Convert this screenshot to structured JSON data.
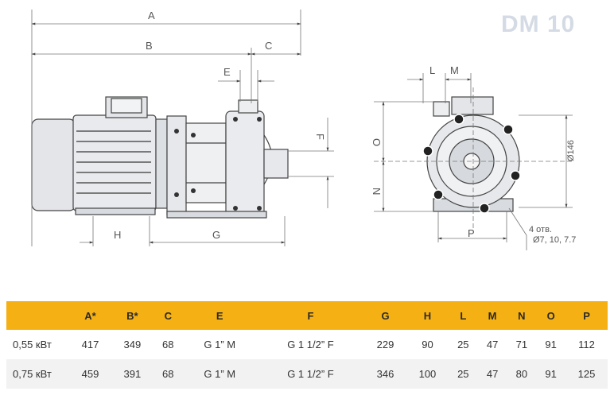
{
  "title": "DM 10",
  "dims": {
    "A": "A",
    "B": "B",
    "C": "C",
    "E": "E",
    "F": "F",
    "G": "G",
    "H": "H",
    "L": "L",
    "M": "M",
    "N": "N",
    "O": "O",
    "P": "P",
    "diameter": "Ø146",
    "holes_count": "4 отв.",
    "holes_size": "Ø7, 10, 7.7"
  },
  "table": {
    "headers": [
      "",
      "A*",
      "B*",
      "C",
      "E",
      "F",
      "G",
      "H",
      "L",
      "M",
      "N",
      "O",
      "P"
    ],
    "rows": [
      [
        "0,55 кВт",
        "417",
        "349",
        "68",
        "G 1” M",
        "G 1 1/2” F",
        "229",
        "90",
        "25",
        "47",
        "71",
        "91",
        "112"
      ],
      [
        "0,75 кВт",
        "459",
        "391",
        "68",
        "G 1” M",
        "G 1 1/2” F",
        "346",
        "100",
        "25",
        "47",
        "80",
        "91",
        "125"
      ]
    ]
  }
}
